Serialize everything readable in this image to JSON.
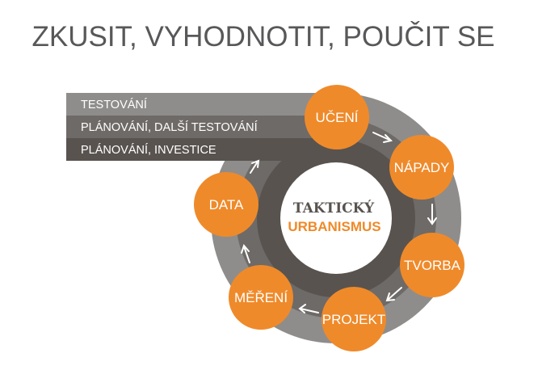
{
  "title": "ZKUSIT, VYHODNOTIT, POUČIT SE",
  "bands": [
    "TESTOVÁNÍ",
    "PLÁNOVÁNÍ, DALŠÍ TESTOVÁNÍ",
    "PLÁNOVÁNÍ, INVESTICE"
  ],
  "center": {
    "line1": "TAKTICKÝ",
    "line2": "URBANISMUS"
  },
  "steps": [
    "UČENÍ",
    "NÁPADY",
    "TVORBA",
    "PROJEKT",
    "MĚŘENÍ",
    "DATA"
  ],
  "colors": {
    "orange": "#ef8a2a",
    "band1": "#8f8d8b",
    "band2": "#6e6a67",
    "band3": "#58534f"
  }
}
